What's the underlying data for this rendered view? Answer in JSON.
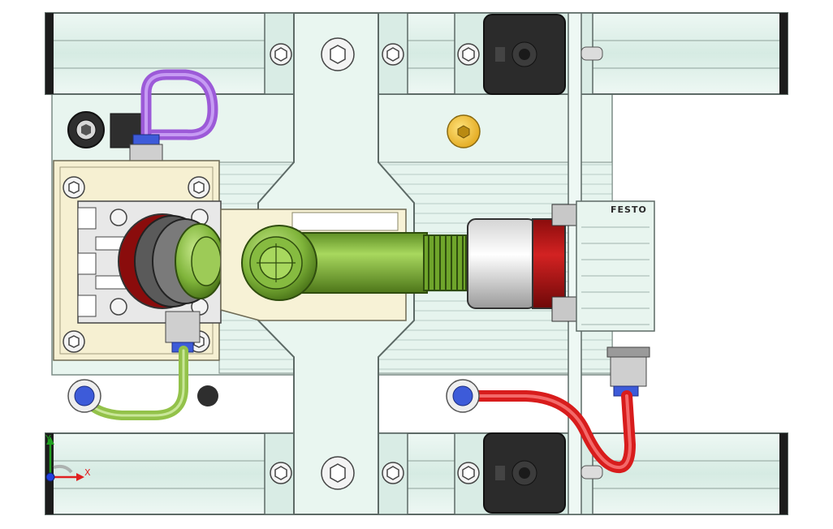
{
  "brand_label": "FESTO",
  "triad": {
    "x_label": "X",
    "y_label": "Y"
  },
  "colors": {
    "background": "#ffffff",
    "profile": "#dcefe8",
    "profile_shade": "#c4d9d2",
    "plate": "#e6f4ee",
    "flange": "#f6f0d2",
    "rod_green": "#7fb43a",
    "tube_purple": "#9c5ad8",
    "tube_green": "#93c24a",
    "tube_red": "#d81c1c",
    "cylinder_red": "#b21212",
    "valve_black": "#2b2b2b",
    "screw_gold": "#f2c230",
    "fitting_blue": "#3d5bd9",
    "axis_x": "#e02020",
    "axis_y": "#20a020",
    "axis_z": "#2040e0"
  }
}
